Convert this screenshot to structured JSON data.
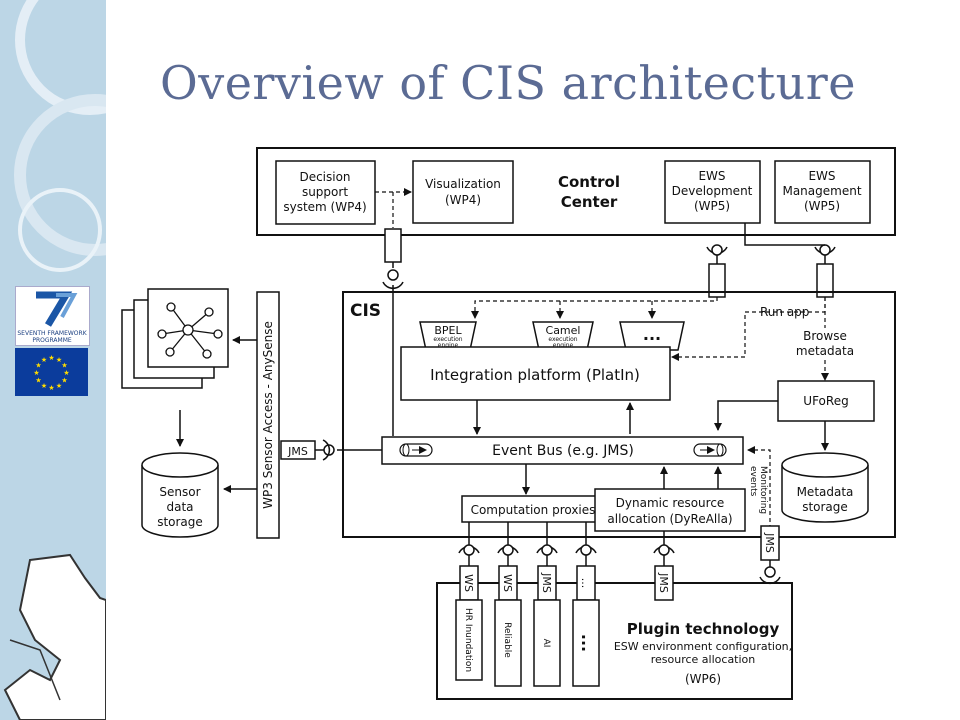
{
  "slide": {
    "title": "Overview of CIS architecture"
  },
  "logos": {
    "fp7_text": [
      "SEVENTH FRAMEWORK",
      "PROGRAMME"
    ],
    "eu_flag": "eu-flag-icon"
  },
  "diagram": {
    "control_center": {
      "label": [
        "Control",
        "Center"
      ],
      "decision_support": [
        "Decision",
        "support",
        "system (WP4)"
      ],
      "visualization": [
        "Visualization",
        "(WP4)"
      ],
      "ews_dev": [
        "EWS",
        "Development",
        "(WP5)"
      ],
      "ews_mgmt": [
        "EWS",
        "Management",
        "(WP5)"
      ]
    },
    "cis": {
      "label": "CIS",
      "bpel": [
        "BPEL",
        "execution",
        "engine"
      ],
      "camel": [
        "Camel",
        "execution",
        "engine"
      ],
      "more_engines": "...",
      "integration_platform": "Integration platform (PlatIn)",
      "run_app": "Run app",
      "browse_metadata": [
        "Browse",
        "metadata"
      ],
      "ufo_reg": "UFoReg",
      "metadata_storage": [
        "Metadata",
        "storage"
      ],
      "event_bus": "Event Bus (e.g. JMS)",
      "monitoring_events": [
        "Monitoring",
        "events"
      ],
      "computation_proxies": "Computation proxies",
      "dyrealla": [
        "Dynamic resource",
        "allocation (DyReAlla)"
      ]
    },
    "sensor": {
      "access": "WP3 Sensor Access - AnySense",
      "jms": "JMS",
      "storage": [
        "Sensor",
        "data",
        "storage"
      ]
    },
    "plugin": {
      "title": "Plugin technology",
      "subtitle": [
        "ESW environment configuration,",
        "resource allocation"
      ],
      "wp": "(WP6)",
      "connectors": [
        "WS",
        "WS",
        "JMS",
        "...",
        "JMS"
      ],
      "plugins": [
        "HR Inundation",
        "Reliable",
        "AI",
        "..."
      ],
      "jms_right": "JMS"
    }
  }
}
